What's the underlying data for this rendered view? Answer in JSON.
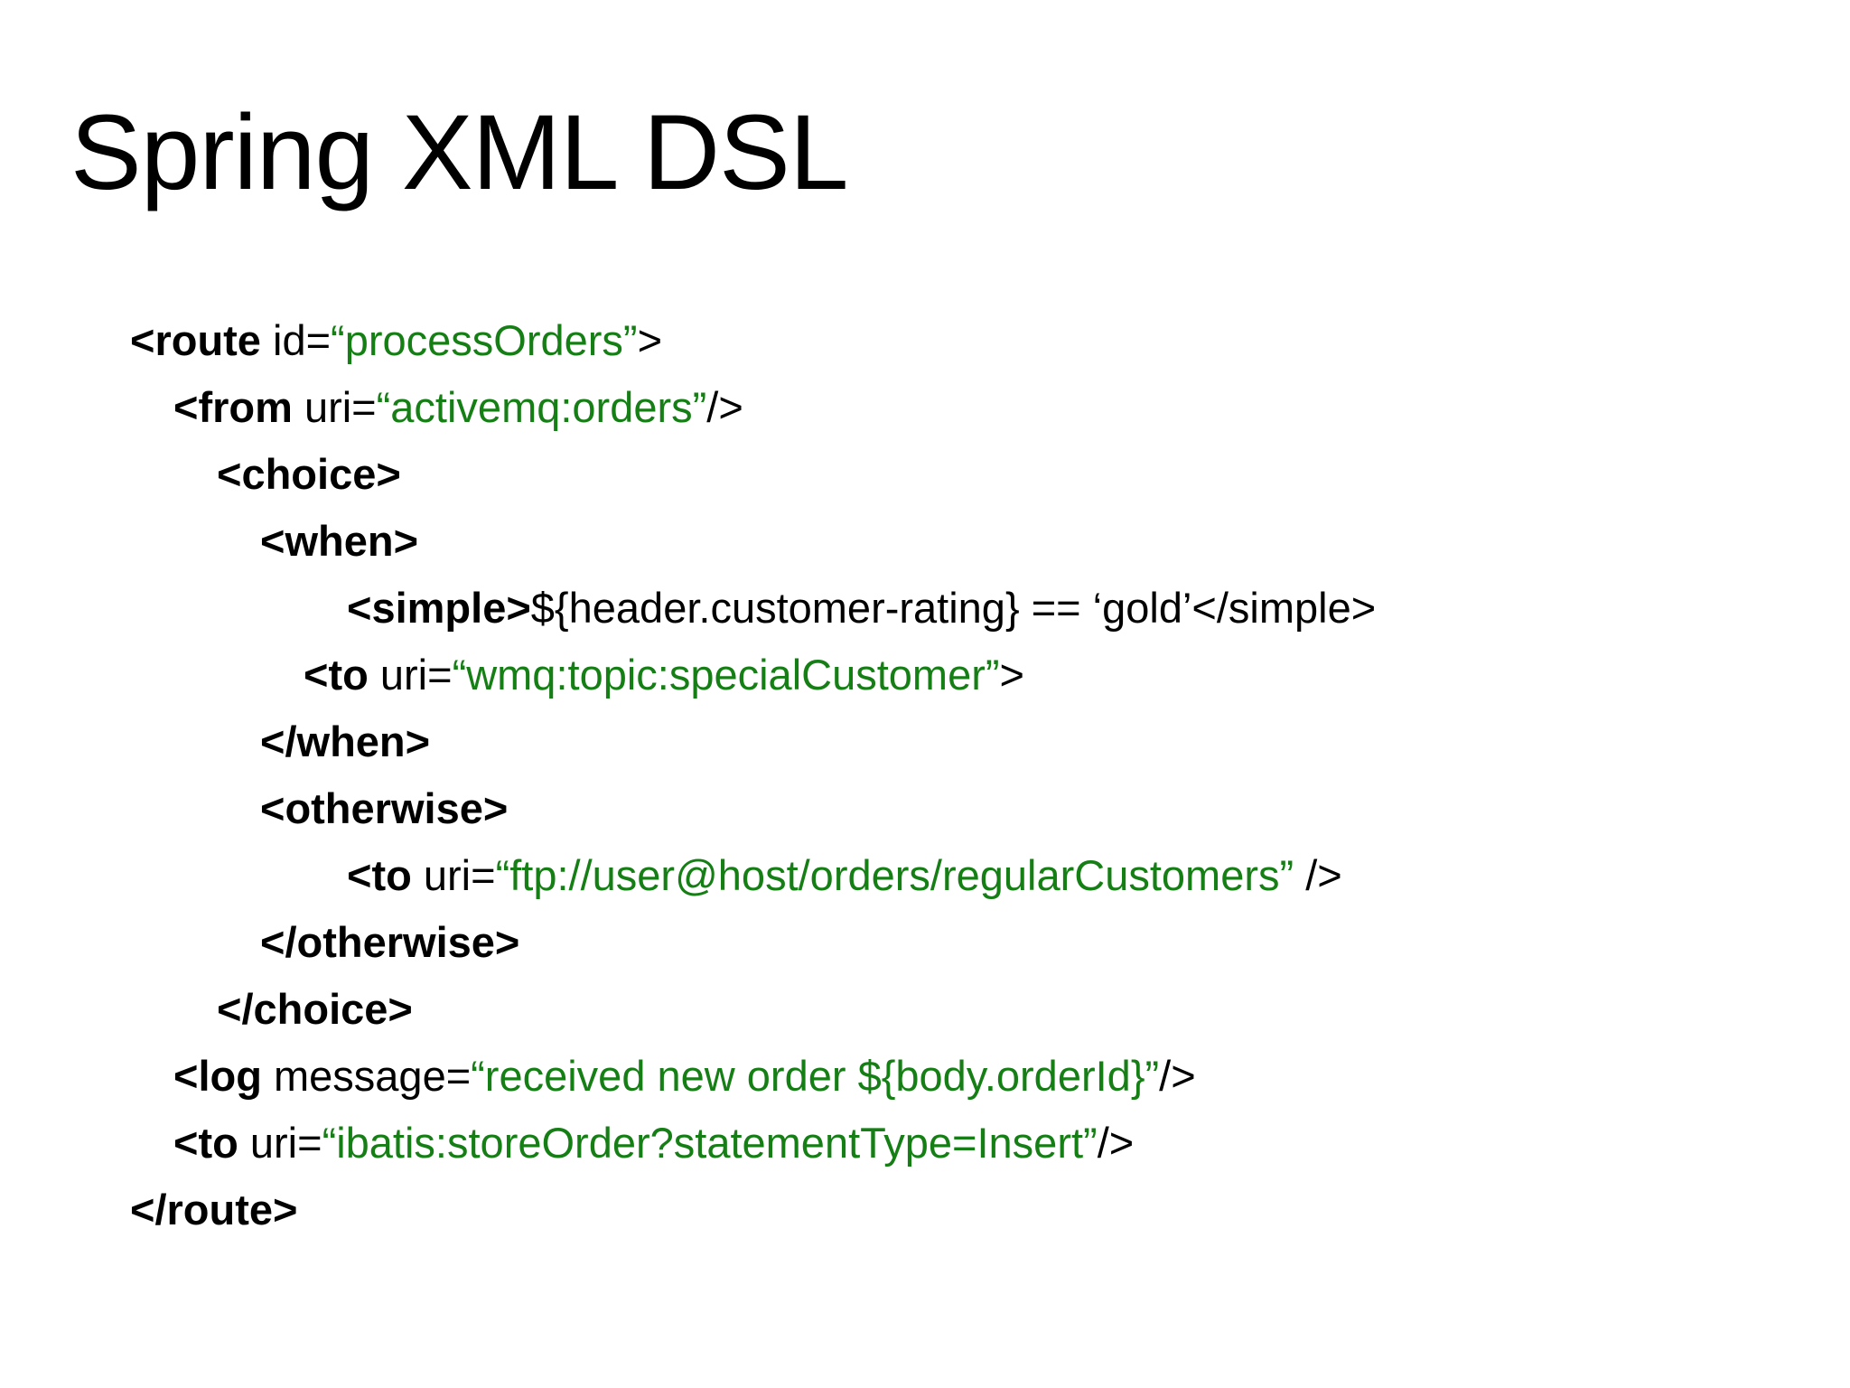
{
  "slide": {
    "title": "Spring XML DSL",
    "colors": {
      "text": "#000000",
      "attribute_value_green": "#157f15",
      "background": "#ffffff"
    },
    "code_lines": [
      {
        "indent": 0,
        "tokens": [
          {
            "type": "tag",
            "text": "<route"
          },
          {
            "type": "attr",
            "text": " id="
          },
          {
            "type": "val",
            "text": "“processOrders”"
          },
          {
            "type": "plain",
            "text": ">"
          }
        ]
      },
      {
        "indent": 1,
        "tokens": [
          {
            "type": "tag",
            "text": "<from"
          },
          {
            "type": "attr",
            "text": " uri="
          },
          {
            "type": "val",
            "text": "“activemq:orders”"
          },
          {
            "type": "plain",
            "text": "/>"
          }
        ]
      },
      {
        "indent": 2,
        "tokens": [
          {
            "type": "tag",
            "text": "<choice>"
          }
        ]
      },
      {
        "indent": 3,
        "tokens": [
          {
            "type": "tag",
            "text": "<when>"
          }
        ]
      },
      {
        "indent": 5,
        "tokens": [
          {
            "type": "tag",
            "text": "<simple>"
          },
          {
            "type": "text",
            "text": "${header.customer-rating} == ‘gold’</simple>"
          }
        ]
      },
      {
        "indent": 4,
        "tokens": [
          {
            "type": "tag",
            "text": "<to"
          },
          {
            "type": "attr",
            "text": " uri="
          },
          {
            "type": "val",
            "text": "“wmq:topic:specialCustomer”"
          },
          {
            "type": "plain",
            "text": ">"
          }
        ]
      },
      {
        "indent": 3,
        "tokens": [
          {
            "type": "tag",
            "text": "</when>"
          }
        ]
      },
      {
        "indent": 3,
        "tokens": [
          {
            "type": "tag",
            "text": "<otherwise>"
          }
        ]
      },
      {
        "indent": 5,
        "tokens": [
          {
            "type": "tag",
            "text": "<to"
          },
          {
            "type": "attr",
            "text": " uri="
          },
          {
            "type": "val",
            "text": "“ftp://user@host/orders/regularCustomers”"
          },
          {
            "type": "plain",
            "text": " />"
          }
        ]
      },
      {
        "indent": 3,
        "tokens": [
          {
            "type": "tag",
            "text": "</otherwise>"
          }
        ]
      },
      {
        "indent": 2,
        "tokens": [
          {
            "type": "tag",
            "text": "</choice>"
          }
        ]
      },
      {
        "indent": 1,
        "tokens": [
          {
            "type": "tag",
            "text": "<log"
          },
          {
            "type": "attr",
            "text": " message="
          },
          {
            "type": "val",
            "text": "“received new order ${body.orderId}”"
          },
          {
            "type": "plain",
            "text": "/>"
          }
        ]
      },
      {
        "indent": 1,
        "tokens": [
          {
            "type": "tag",
            "text": "<to"
          },
          {
            "type": "attr",
            "text": " uri="
          },
          {
            "type": "val",
            "text": "“ibatis:storeOrder?statementType=Insert”"
          },
          {
            "type": "plain",
            "text": "/>"
          }
        ]
      },
      {
        "indent": 0,
        "tokens": [
          {
            "type": "tag",
            "text": "</route>"
          }
        ]
      }
    ]
  }
}
